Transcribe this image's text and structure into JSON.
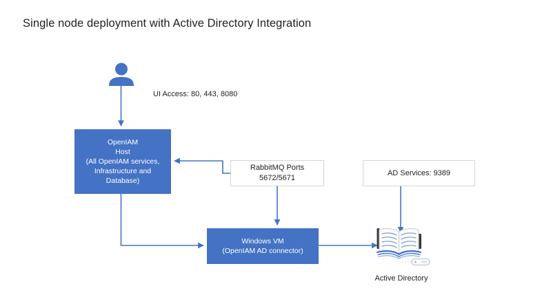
{
  "title": "Single node deployment with Active Directory Integration",
  "colors": {
    "node_fill": "#4472c4",
    "node_fill_border": "#4472c4",
    "outline_border": "#d4d4d4",
    "connector": "#4472c4",
    "text_dark": "#202124",
    "text_light": "#ffffff",
    "background": "#ffffff"
  },
  "nodes": {
    "user": {
      "icon": "user-icon",
      "label": ""
    },
    "openiam_host": {
      "lines": [
        "OpenIAM",
        "Host",
        "(All OpenIAM services,",
        "Infrastructure and",
        "Database)"
      ]
    },
    "rabbitmq_ports": {
      "lines": [
        "RabbitMQ Ports",
        "5672/5671"
      ]
    },
    "ad_services": {
      "lines": [
        "AD Services: 9389"
      ]
    },
    "windows_vm": {
      "lines": [
        "Windows VM",
        "(OpenIAM AD connector)"
      ]
    },
    "active_directory": {
      "icon": "open-book-icon",
      "label": "Active Directory"
    }
  },
  "labels": {
    "ui_access": {
      "lines": [
        "UI Access:",
        "80, 443, 8080"
      ]
    }
  },
  "connectors": [
    {
      "name": "user-to-openiam-host",
      "from": "user",
      "to": "openiam_host",
      "direction": "down",
      "arrow_at": "end"
    },
    {
      "name": "rabbitmq-to-openiam-host",
      "from": "rabbitmq_ports",
      "to": "openiam_host",
      "direction": "left",
      "arrow_at": "end"
    },
    {
      "name": "rabbitmq-to-windows-vm",
      "from": "rabbitmq_ports",
      "to": "windows_vm",
      "direction": "down",
      "arrow_at": "end"
    },
    {
      "name": "openiam-host-to-windows-vm",
      "from": "openiam_host",
      "to": "windows_vm",
      "direction": "right",
      "arrow_at": "end"
    },
    {
      "name": "ad-services-to-active-directory",
      "from": "ad_services",
      "to": "active_directory",
      "direction": "down",
      "arrow_at": "end"
    },
    {
      "name": "windows-vm-to-active-directory",
      "from": "windows_vm",
      "to": "active_directory",
      "direction": "right",
      "arrow_at": "end"
    }
  ]
}
